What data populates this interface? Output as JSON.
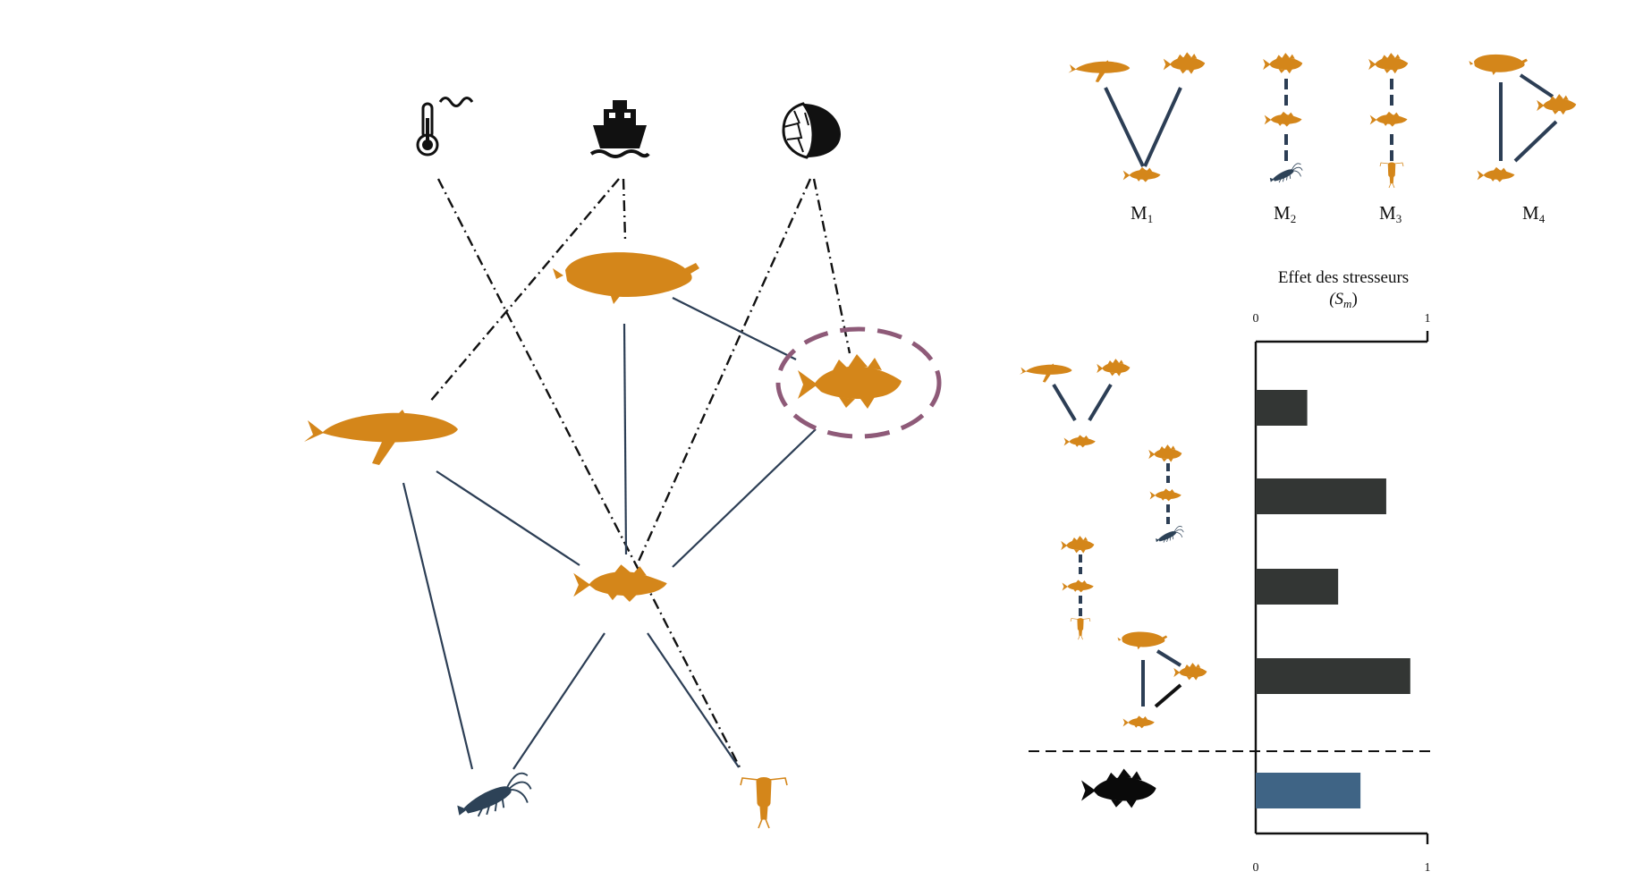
{
  "colors": {
    "species": "#d4861a",
    "invert": "#2d4257",
    "interaction": "#2c3e55",
    "stressor_line": "#111111",
    "highlight": "#8e5a78",
    "bar": "#333634",
    "bar_focus": "#3f6485",
    "focal_species": "#0a0a0a"
  },
  "stressors": [
    {
      "icon": "thermometer-icon"
    },
    {
      "icon": "ship-icon"
    },
    {
      "icon": "fishing-net-icon"
    }
  ],
  "network_species": [
    {
      "icon": "beluga-whale-icon"
    },
    {
      "icon": "humpback-whale-icon"
    },
    {
      "icon": "cod-fish-icon",
      "highlighted": true
    },
    {
      "icon": "capelin-fish-icon"
    },
    {
      "icon": "krill-icon"
    },
    {
      "icon": "copepod-icon"
    }
  ],
  "motifs": [
    {
      "label_main": "M",
      "label_sub": "1"
    },
    {
      "label_main": "M",
      "label_sub": "2"
    },
    {
      "label_main": "M",
      "label_sub": "3"
    },
    {
      "label_main": "M",
      "label_sub": "4"
    }
  ],
  "chart_data": {
    "type": "bar",
    "orientation": "horizontal",
    "title": "Effet des stresseurs",
    "subtitle": "(S",
    "subtitle_sub": "m",
    "subtitle_close": ")",
    "categories": [
      "M1",
      "M2",
      "M3",
      "M4",
      "cod"
    ],
    "values": [
      0.3,
      0.76,
      0.48,
      0.9,
      0.61
    ],
    "xlim": [
      0,
      1
    ],
    "ticks_top": [
      "0",
      "1"
    ],
    "ticks_bottom": [
      "0",
      "1"
    ],
    "separator_after_index": 3,
    "grid": false
  }
}
